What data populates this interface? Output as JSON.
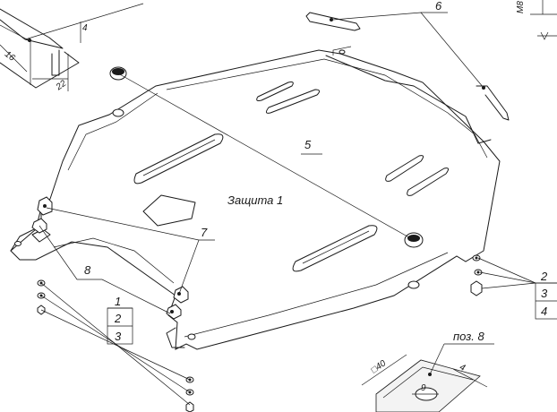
{
  "drawing": {
    "part_title": "Защита 1",
    "detail_caption": "поз. 8",
    "dimensions": {
      "d4_top": "4",
      "d16": "16",
      "d22": "22",
      "sq40": "□40",
      "d9": "9",
      "d4_detail": "4",
      "m8": "M8"
    },
    "positions": {
      "p1": "1",
      "p2_left": "2",
      "p3_left": "3",
      "p2_right": "2",
      "p3_right": "3",
      "p4_right": "4",
      "p5": "5",
      "p6": "6",
      "p7": "7",
      "p8": "8"
    }
  }
}
